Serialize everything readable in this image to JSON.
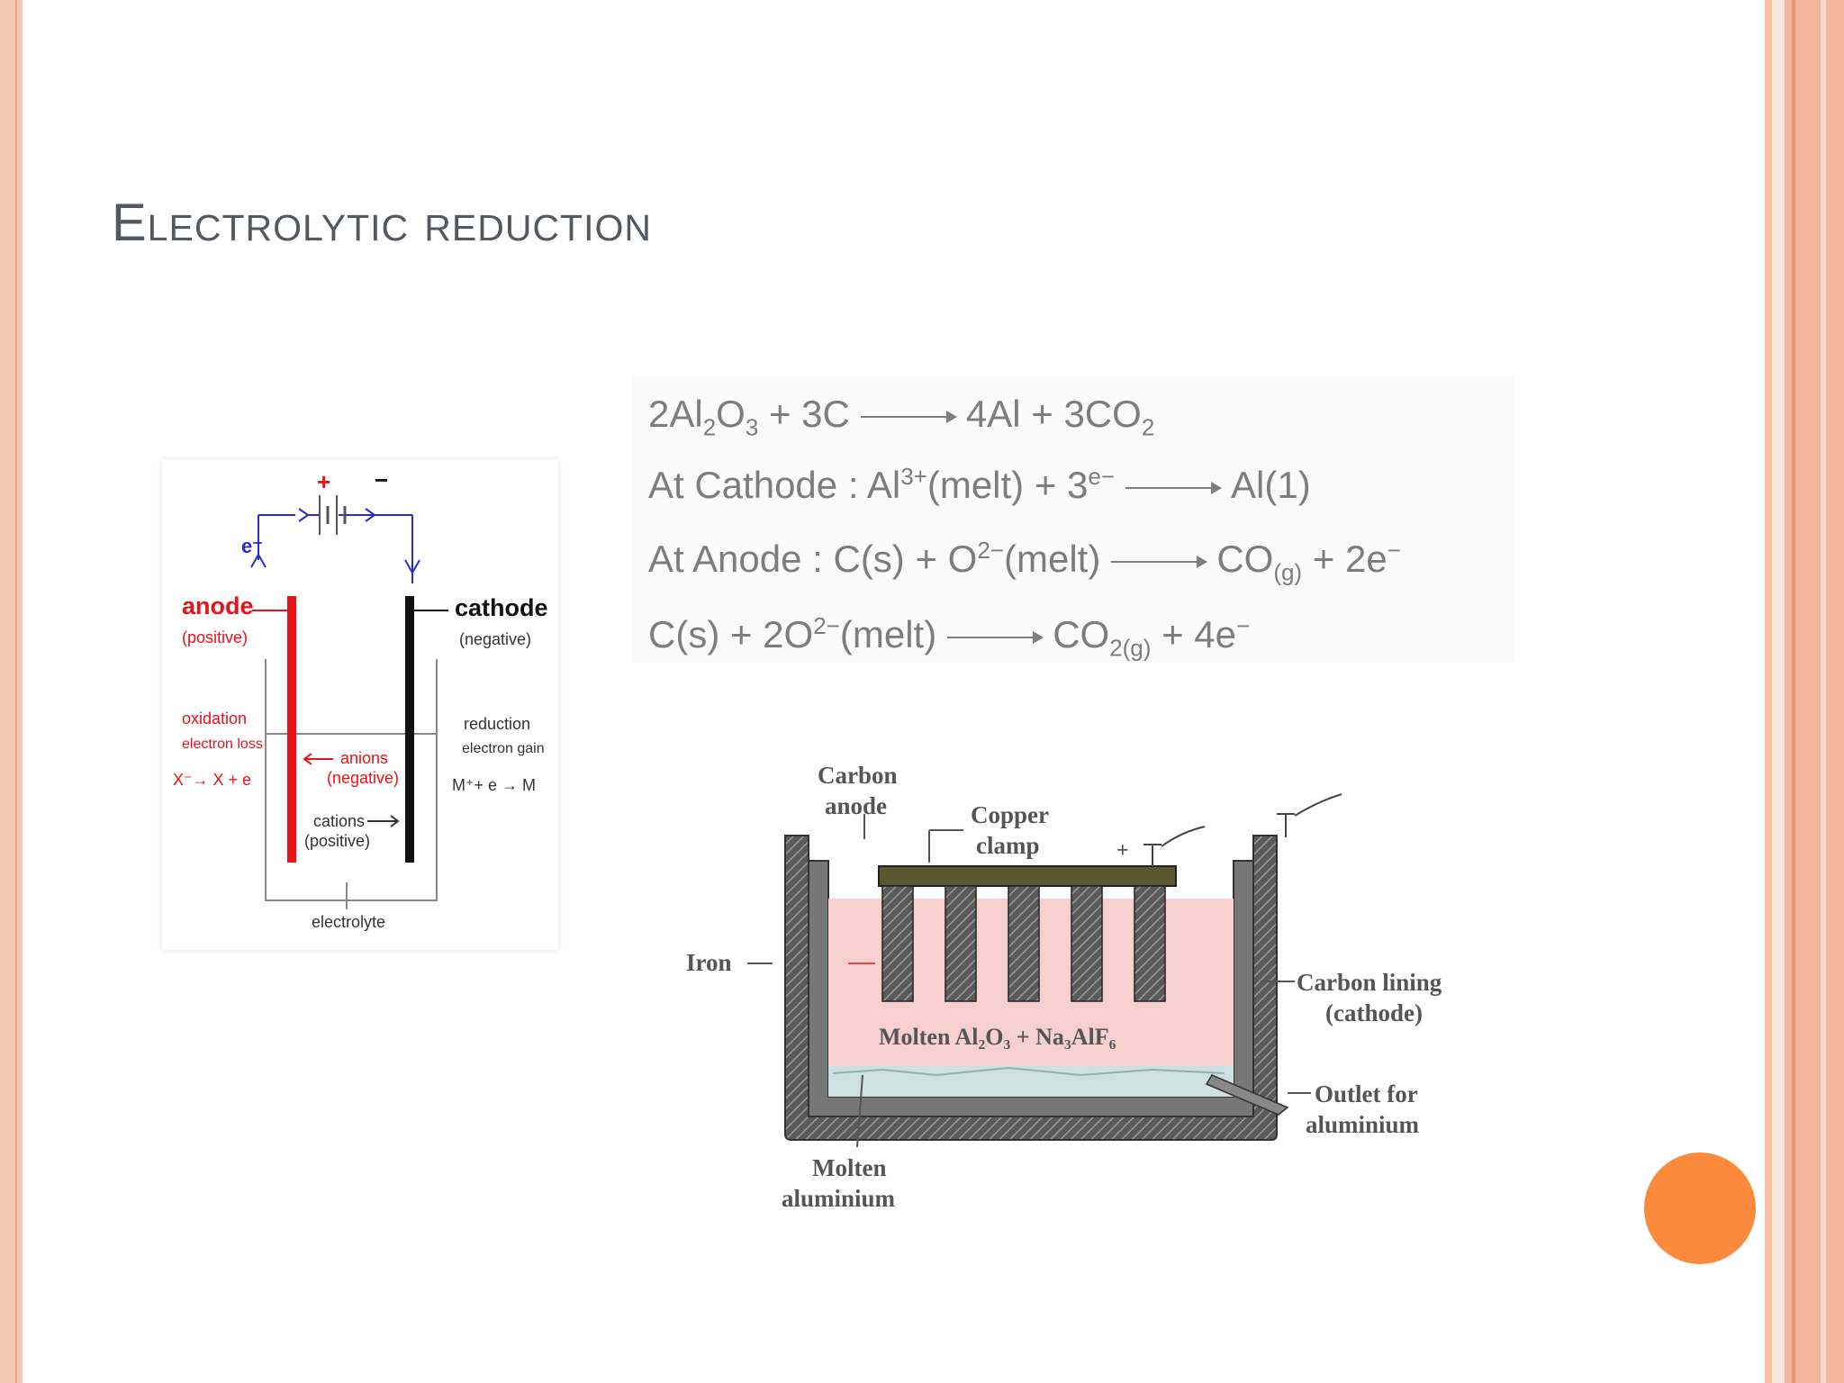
{
  "slide": {
    "title": "Electrolytic reduction"
  },
  "cell_diagram": {
    "plus": "+",
    "minus": "−",
    "electron": "e⁻",
    "anode": "anode",
    "anode_sub": "(positive)",
    "cathode": "cathode",
    "cathode_sub": "(negative)",
    "oxidation": "oxidation",
    "electron_loss": "electron loss",
    "oxidation_eq": "X⁻→ X + e",
    "reduction": "reduction",
    "electron_gain": "electron gain",
    "reduction_eq": "M⁺+ e → M",
    "anions": "anions",
    "anions_sub": "(negative)",
    "cations": "cations",
    "cations_sub": "(positive)",
    "electrolyte": "electrolyte",
    "colors": {
      "anode": "#e8121a",
      "cathode": "#111111",
      "wire": "#2a2ad8",
      "text_red": "#e8121a"
    }
  },
  "equations": {
    "eq1": {
      "a": "2Al",
      "a_sub": "2",
      "b": "O",
      "b_sub": "3",
      "c": " + 3C",
      "d": "4Al + 3CO",
      "d_sub": "2"
    },
    "eq2": {
      "prefix": "At Cathode : Al",
      "sup1": "3+",
      "mid": "(melt) + 3",
      "sup2": "e−",
      "product": "Al(1)"
    },
    "eq3": {
      "prefix": "At Anode : C(s) + O",
      "sup1": "2−",
      "mid": "(melt)",
      "product": "CO",
      "product_sub": "(g)",
      "tail": " + 2e",
      "tail_sup": "−"
    },
    "eq4": {
      "prefix": "C(s) + 2O",
      "sup1": "2−",
      "mid": "(melt)",
      "product": "CO",
      "product_sub": "2(g)",
      "tail": " + 4e",
      "tail_sup": "−"
    }
  },
  "furnace_diagram": {
    "carbon_anode_1": "Carbon",
    "carbon_anode_2": "anode",
    "copper_clamp_1": "Copper",
    "copper_clamp_2": "clamp",
    "plus_terminal": "+",
    "iron": "Iron",
    "carbon_lining_1": "Carbon lining",
    "carbon_lining_2": "(cathode)",
    "molten_mix": "Molten Al₂O₃ + Na₃AlF₆",
    "outlet_1": "Outlet for",
    "outlet_2": "aluminium",
    "molten_al_1": "Molten",
    "molten_al_2": "aluminium",
    "colors": {
      "bath": "#f6cfcf",
      "lining": "#555555",
      "clamp": "#5a5630",
      "metal": "#cfe0e0"
    }
  }
}
